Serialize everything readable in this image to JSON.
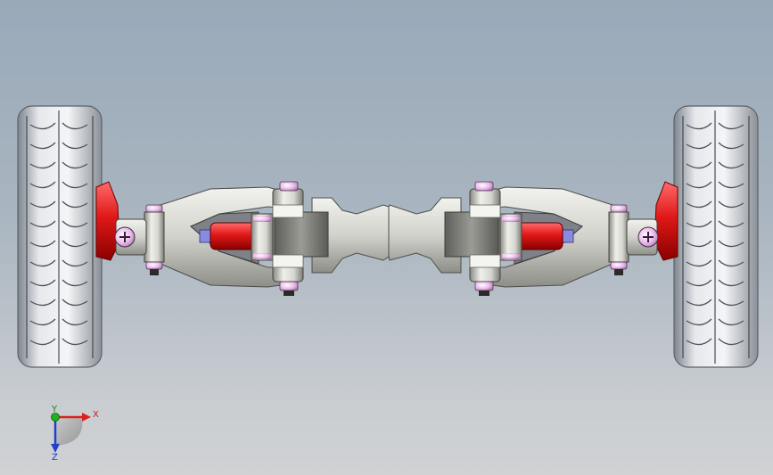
{
  "triad": {
    "x_label": "X",
    "y_label": "Y",
    "z_label": "Z",
    "x_color": "#e02020",
    "y_color": "#20b020",
    "z_color": "#2040d0"
  },
  "colors": {
    "background_top": "#99a9b9",
    "background_bottom": "#d0d2d4",
    "tire": "#e4e6ea",
    "steel": "#d8d8d4",
    "shock_body": "#e01818",
    "pin_head": "#e8b8e8",
    "shaft": "#7070d0"
  }
}
